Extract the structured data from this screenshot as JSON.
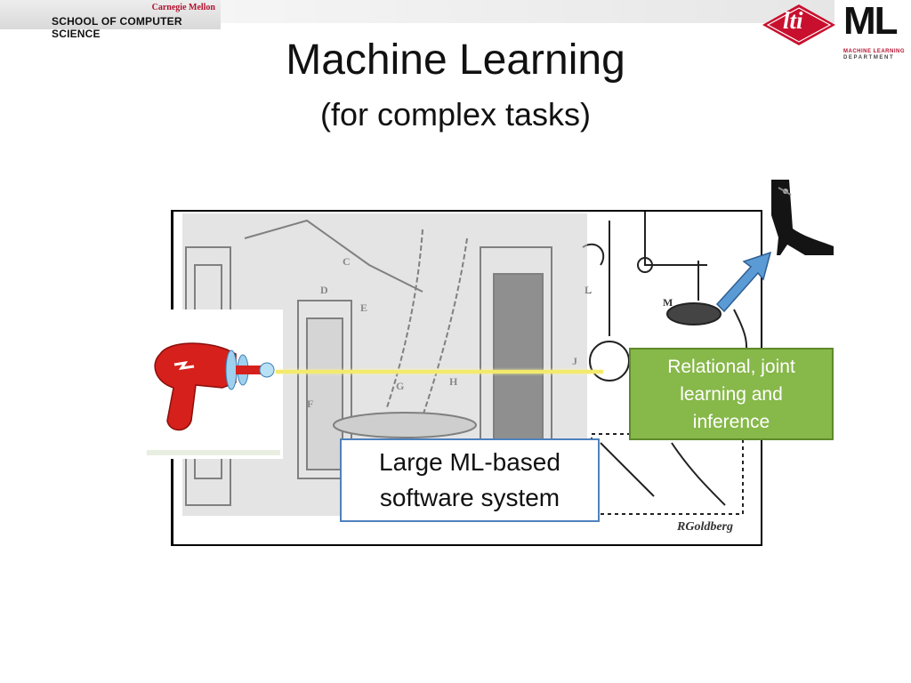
{
  "header": {
    "university": "Carnegie Mellon",
    "school": "SCHOOL OF COMPUTER SCIENCE",
    "lti_logo": "lti",
    "ml_logo": "ML",
    "ml_logo_line1": "MACHINE LEARNING",
    "ml_logo_line2": "DEPARTMENT"
  },
  "slide": {
    "title": "Machine Learning",
    "subtitle": "(for complex tasks)"
  },
  "diagram": {
    "green_box_label": "Relational, joint learning and inference",
    "blue_box_label": "Large ML-based software system"
  },
  "colors": {
    "green_box": "#87b84a",
    "blue_border": "#4f81bd",
    "cmu_red": "#b3122f",
    "beam": "#f3ea6b"
  },
  "icons": [
    "ray-gun-icon",
    "boot-icon",
    "arrow-icon"
  ]
}
